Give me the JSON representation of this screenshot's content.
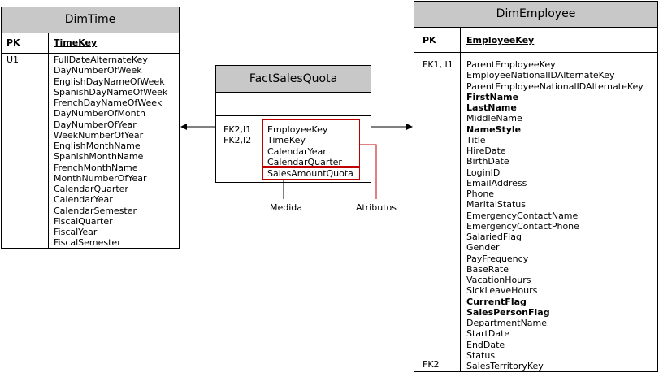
{
  "dim_time": {
    "title": "DimTime",
    "pk_label": "PK",
    "pk_field": "TimeKey",
    "key_label": "U1",
    "fields": [
      "FullDateAlternateKey",
      "DayNumberOfWeek",
      "EnglishDayNameOfWeek",
      "SpanishDayNameOfWeek",
      "FrenchDayNameOfWeek",
      "DayNumberOfMonth",
      "DayNumberOfYear",
      "WeekNumberOfYear",
      "EnglishMonthName",
      "SpanishMonthName",
      "FrenchMonthName",
      "MonthNumberOfYear",
      "CalendarQuarter",
      "CalendarYear",
      "CalendarSemester",
      "FiscalQuarter",
      "FiscalYear",
      "FiscalSemester"
    ]
  },
  "fact": {
    "title": "FactSalesQuota",
    "key_label_1": "FK2,I1",
    "key_label_2": "FK2,I2",
    "attribute_fields": [
      "EmployeeKey",
      "TimeKey",
      "CalendarYear",
      "CalendarQuarter"
    ],
    "measure_field": "SalesAmountQuota"
  },
  "dim_employee": {
    "title": "DimEmployee",
    "pk_label": "PK",
    "pk_field": "EmployeeKey",
    "key_label_top": "FK1, I1",
    "key_label_bottom": "FK2",
    "fields": [
      {
        "name": "ParentEmployeeKey",
        "bold": false
      },
      {
        "name": "EmployeeNationalIDAlternateKey",
        "bold": false
      },
      {
        "name": "ParentEmployeeNationalIDAlternateKey",
        "bold": false
      },
      {
        "name": "FirstName",
        "bold": true
      },
      {
        "name": "LastName",
        "bold": true
      },
      {
        "name": "MiddleName",
        "bold": false
      },
      {
        "name": "NameStyle",
        "bold": true
      },
      {
        "name": "Title",
        "bold": false
      },
      {
        "name": "HireDate",
        "bold": false
      },
      {
        "name": "BirthDate",
        "bold": false
      },
      {
        "name": "LoginID",
        "bold": false
      },
      {
        "name": "EmailAddress",
        "bold": false
      },
      {
        "name": "Phone",
        "bold": false
      },
      {
        "name": "MaritalStatus",
        "bold": false
      },
      {
        "name": "EmergencyContactName",
        "bold": false
      },
      {
        "name": "EmergencyContactPhone",
        "bold": false
      },
      {
        "name": "SalariedFlag",
        "bold": false
      },
      {
        "name": "Gender",
        "bold": false
      },
      {
        "name": "PayFrequency",
        "bold": false
      },
      {
        "name": "BaseRate",
        "bold": false
      },
      {
        "name": "VacationHours",
        "bold": false
      },
      {
        "name": "SickLeaveHours",
        "bold": false
      },
      {
        "name": "CurrentFlag",
        "bold": true
      },
      {
        "name": "SalesPersonFlag",
        "bold": true
      },
      {
        "name": "DepartmentName",
        "bold": false
      },
      {
        "name": "StartDate",
        "bold": false
      },
      {
        "name": "EndDate",
        "bold": false
      },
      {
        "name": "Status",
        "bold": false
      },
      {
        "name": "SalesTerritoryKey",
        "bold": false
      }
    ]
  },
  "annotations": {
    "measure_label": "Medida",
    "attributes_label": "Atributos"
  },
  "colors": {
    "header_fill": "#c8c8c8",
    "highlight": "#c00000"
  }
}
